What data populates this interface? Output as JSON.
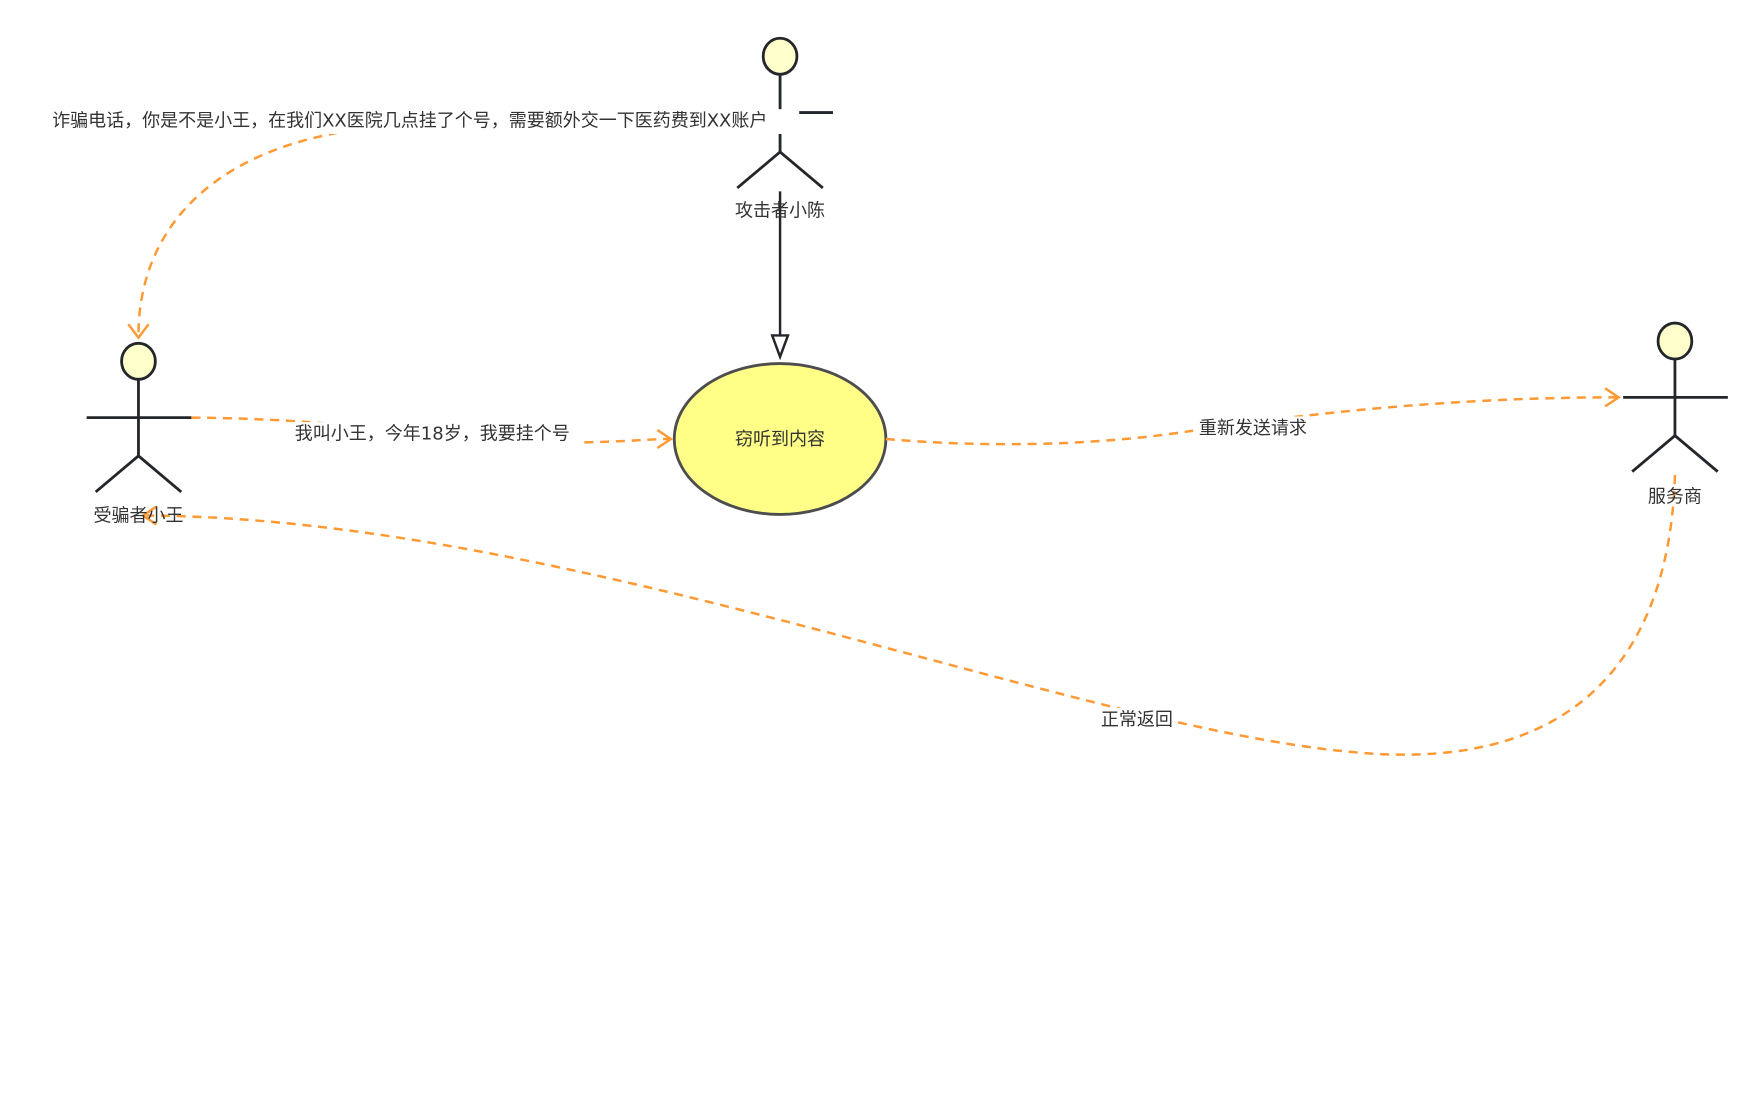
{
  "actors": {
    "attacker": "攻击者小陈",
    "victim": "受骗者小王",
    "server": "服务商"
  },
  "usecase": {
    "label": "窃听到内容"
  },
  "edges": {
    "fraud_call": "诈骗电话，你是不是小王，在我们XX医院几点挂了个号，需要额外交一下医药费到XX账户",
    "request": "我叫小王，今年18岁，我要挂个号",
    "resend": "重新发送请求",
    "return": "正常返回"
  },
  "colors": {
    "edge": "#ff9933",
    "usecase_fill": "#ffff88",
    "actor_head": "#ffffcc"
  }
}
